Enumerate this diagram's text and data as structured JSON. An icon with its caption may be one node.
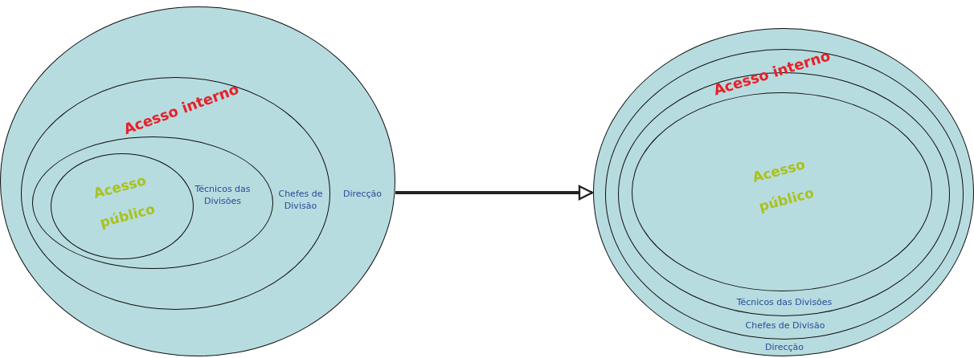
{
  "diagram": {
    "nodes": [
      {
        "text": [
          "Direcção"
        ]
      },
      {
        "text": [
          "Chefes de Divisão"
        ],
        "in": 0
      },
      {
        "text": [
          "Técnicos das Divisões"
        ],
        "in": 1
      },
      {
        "text": [
          "Acesso público"
        ],
        "in": 2
      },
      {
        "text": [
          "Direcção"
        ]
      },
      {
        "text": [
          "Chefes de Divisão"
        ],
        "in": 4
      },
      {
        "text": [
          "Técnicos das Divisões"
        ],
        "in": 5
      },
      {
        "text": [
          "Acesso público"
        ],
        "in": 6
      }
    ],
    "edges": [
      {
        "from": 0,
        "to": 4,
        "arrow": "to"
      }
    ],
    "labels": [
      "Acesso interno",
      "Acesso interno"
    ]
  }
}
